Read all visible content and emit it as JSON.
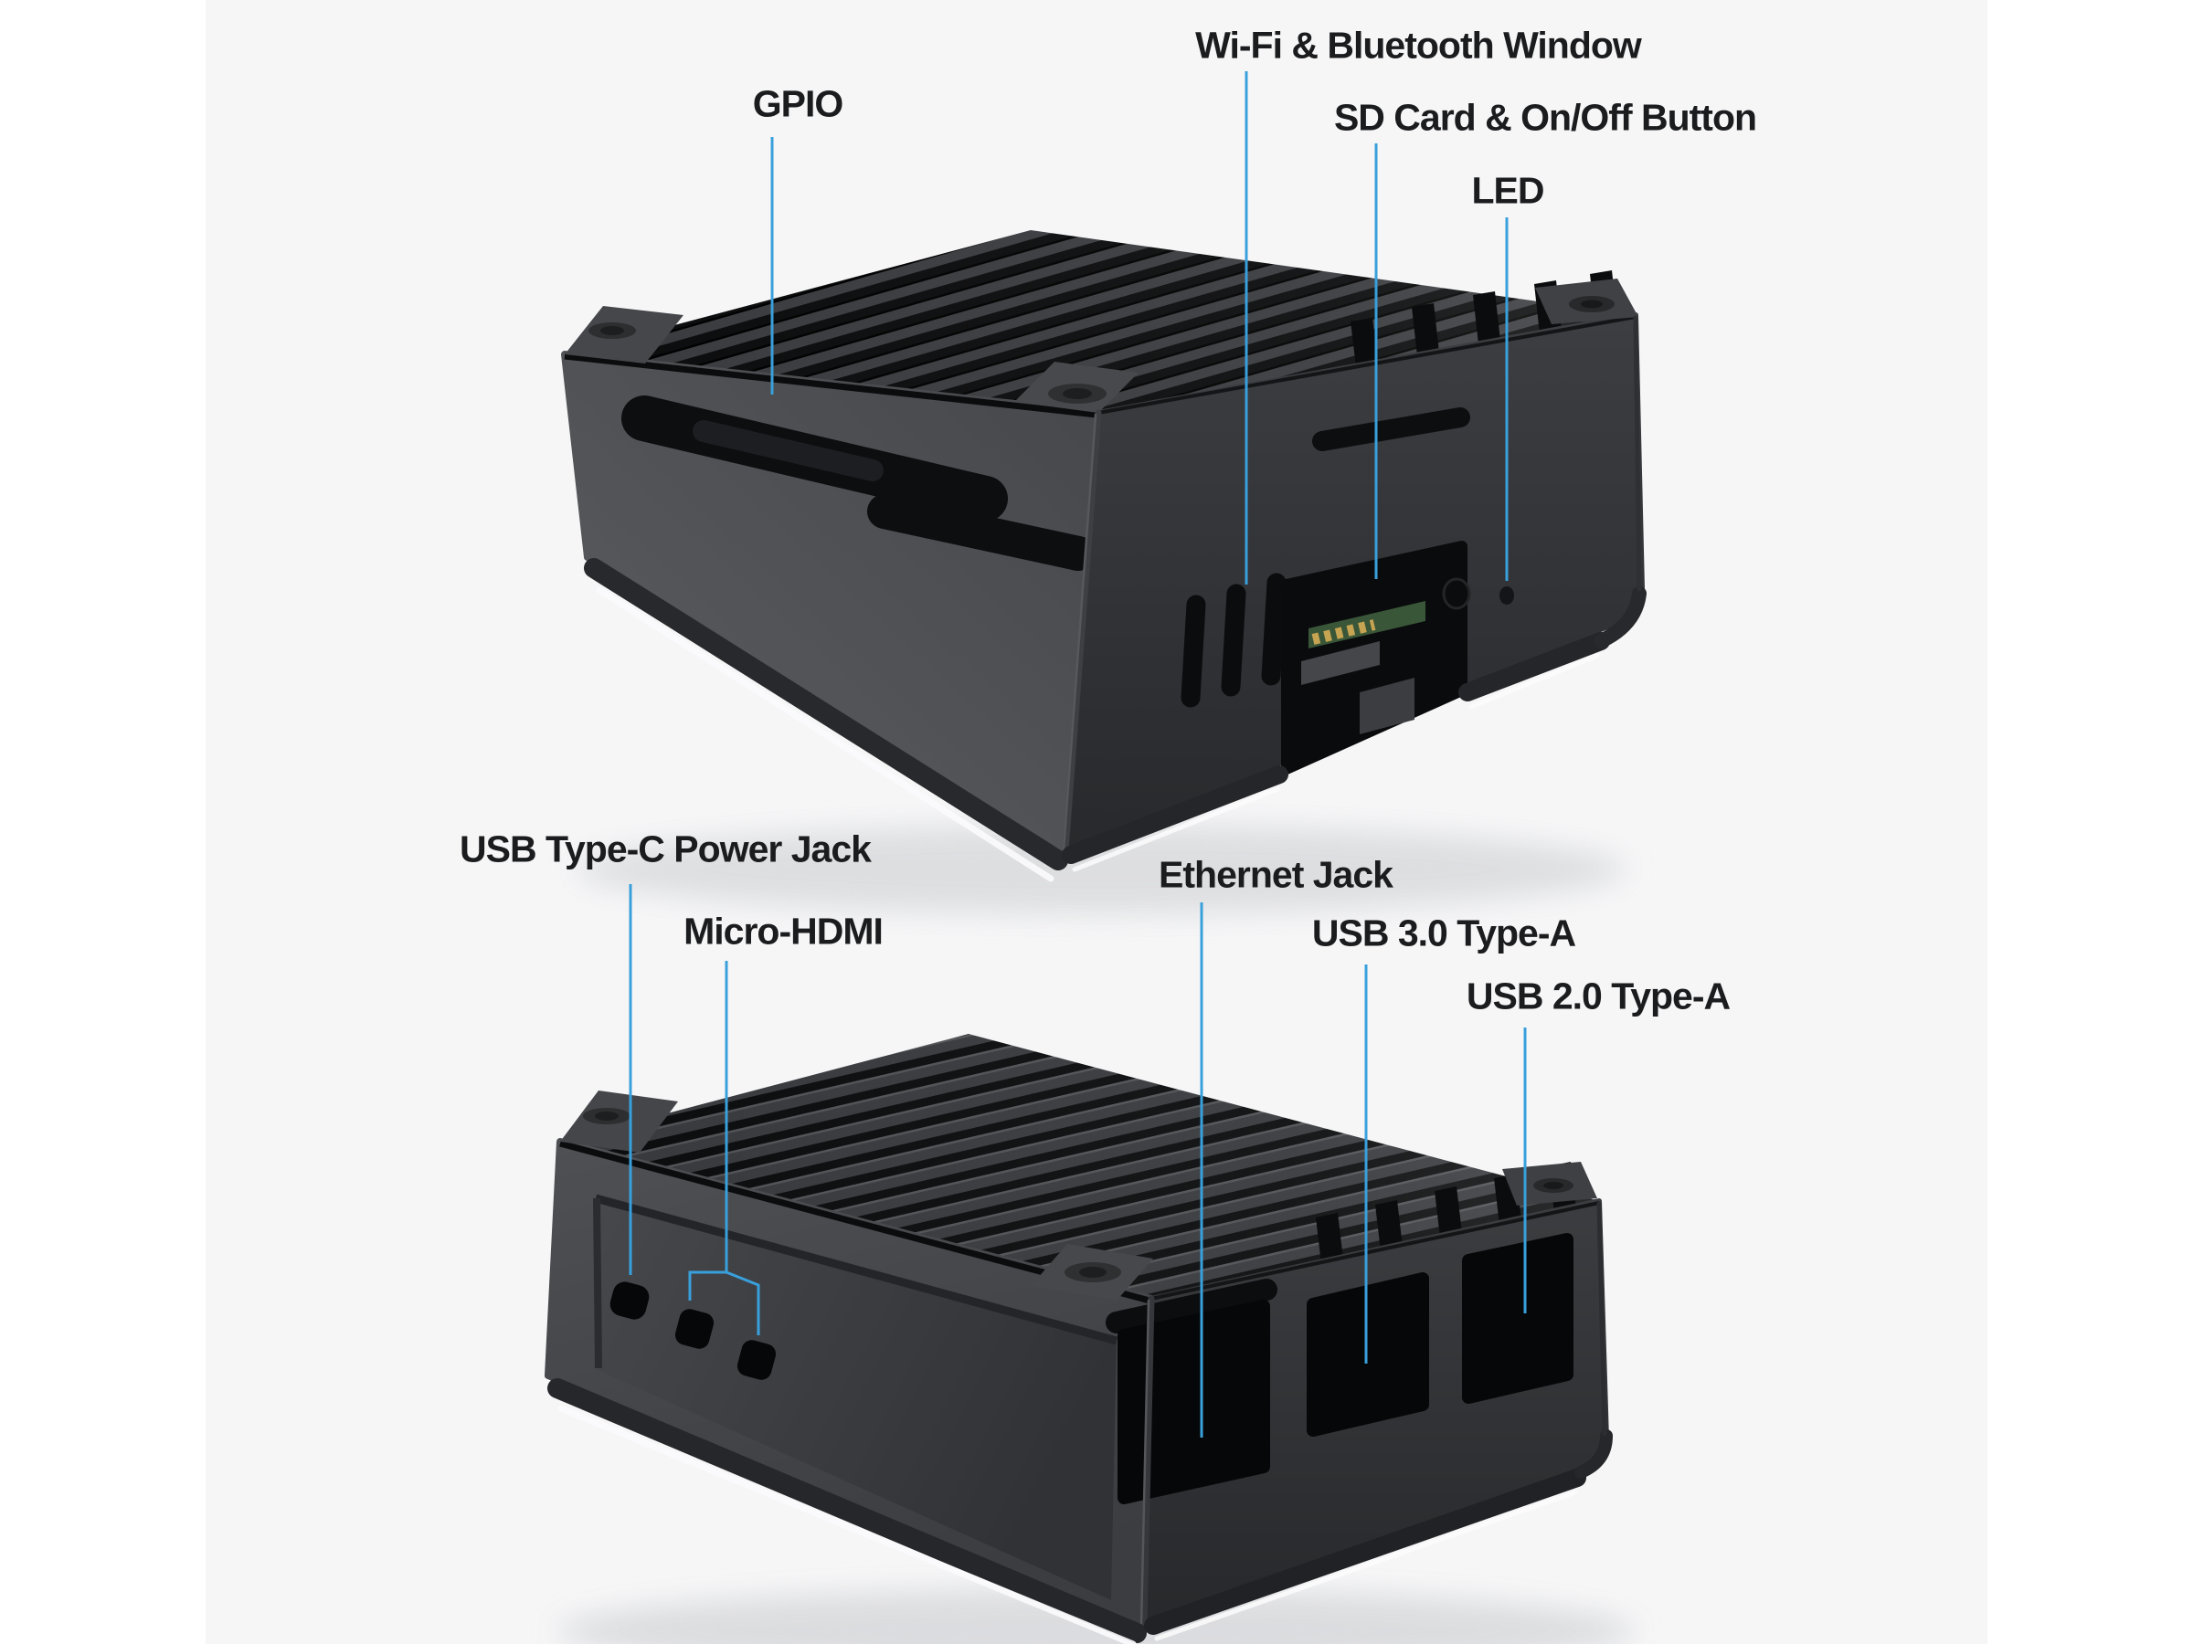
{
  "canvas": {
    "background": "#ffffff",
    "photo_background": "#f6f6f7",
    "accent_color": "#39a0dc",
    "label_color": "#1b1c1e",
    "case_color_light": "#55575b",
    "case_color_dark": "#2a2c2f"
  },
  "diagram": {
    "top_view": {
      "labels": [
        {
          "id": "gpio",
          "text": "GPIO"
        },
        {
          "id": "wifi-bt-window",
          "text": "Wi-Fi & Bluetooth Window"
        },
        {
          "id": "sd-card-on-off",
          "text": "SD Card & On/Off Button"
        },
        {
          "id": "led",
          "text": "LED"
        }
      ]
    },
    "bottom_view": {
      "labels": [
        {
          "id": "usb-c-power-jack",
          "text": "USB Type-C Power Jack"
        },
        {
          "id": "micro-hdmi",
          "text": "Micro-HDMI"
        },
        {
          "id": "ethernet-jack",
          "text": "Ethernet Jack"
        },
        {
          "id": "usb-3-type-a",
          "text": "USB 3.0 Type-A"
        },
        {
          "id": "usb-2-type-a",
          "text": "USB 2.0 Type-A"
        }
      ]
    }
  }
}
